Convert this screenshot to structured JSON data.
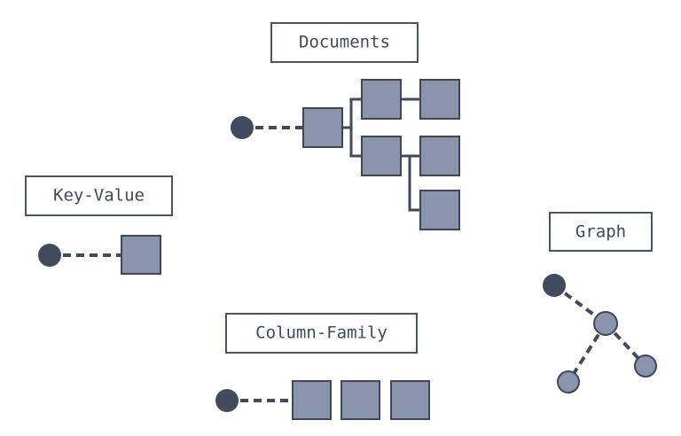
{
  "labels": {
    "documents": "Documents",
    "key_value": "Key-Value",
    "graph": "Graph",
    "column_family": "Column-Family"
  },
  "colors": {
    "node_fill": "#8a94ad",
    "node_stroke": "#3f4758",
    "root_dot": "#414a5e",
    "connector": "#414a5e",
    "label_border": "#4a5263",
    "label_text": "#3f4a5c"
  }
}
